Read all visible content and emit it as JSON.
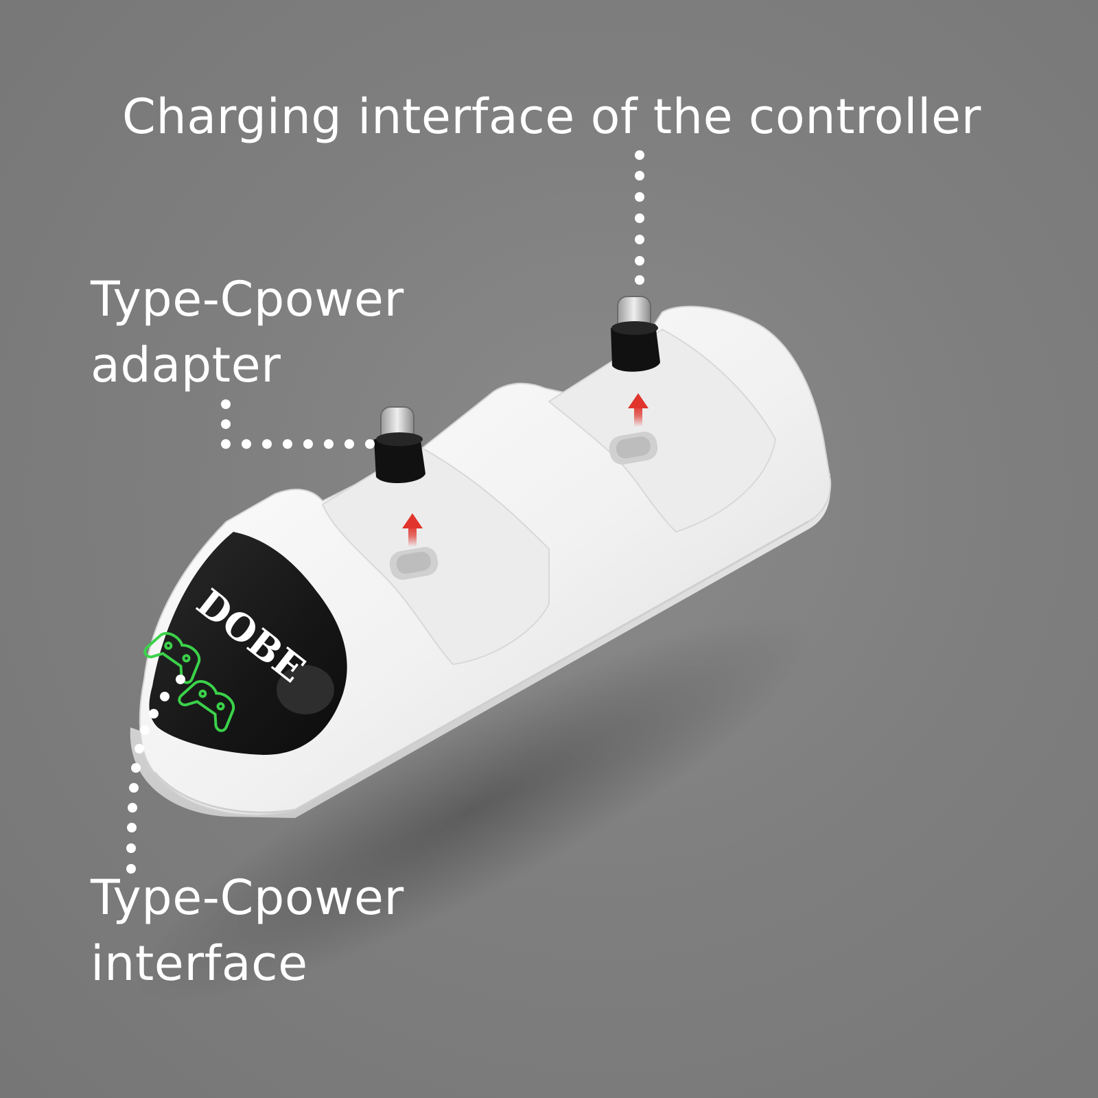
{
  "labels": {
    "charging_interface": "Charging interface of the controller",
    "adapter_line1": "Type-Cpower",
    "adapter_line2": "adapter",
    "power_line1": "Type-Cpower",
    "power_line2": "interface"
  },
  "logo_text": "DOBE",
  "colors": {
    "background": "#7d7d7d",
    "dock_white": "#f4f4f4",
    "panel_black": "#1e1e1e",
    "led_green": "#3bd24a",
    "arrow_red": "#e0342c",
    "label_white": "#ffffff"
  },
  "icons": [
    "controller-icon",
    "usb-c-connector-icon",
    "arrow-up-icon"
  ]
}
